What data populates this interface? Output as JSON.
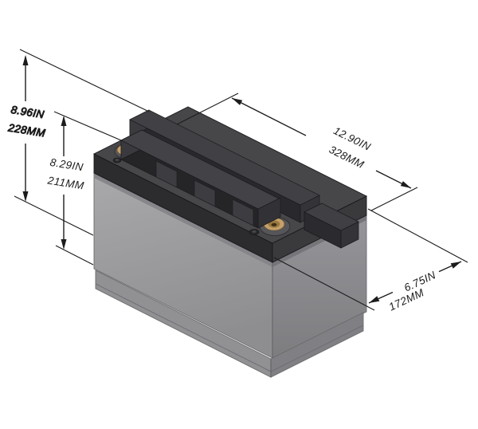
{
  "diagram": {
    "dimensions": {
      "overall_height": {
        "inches": "8.96IN",
        "mm": "228MM"
      },
      "case_height": {
        "inches": "8.29IN",
        "mm": "211MM"
      },
      "length": {
        "inches": "12.90IN",
        "mm": "328MM"
      },
      "depth": {
        "inches": "6.75IN",
        "mm": "172MM"
      }
    },
    "colors": {
      "line": "#1c1c1e",
      "lid_top": "#47474a",
      "lid_front": "#2c2c2f",
      "body_front_light": "#a8a8aa",
      "body_front_dark": "#8d8d8f",
      "body_right_light": "#97979a",
      "body_right_dark": "#7c7c7e",
      "terminal_brass": "#c4a16b",
      "background": "#ffffff"
    }
  }
}
